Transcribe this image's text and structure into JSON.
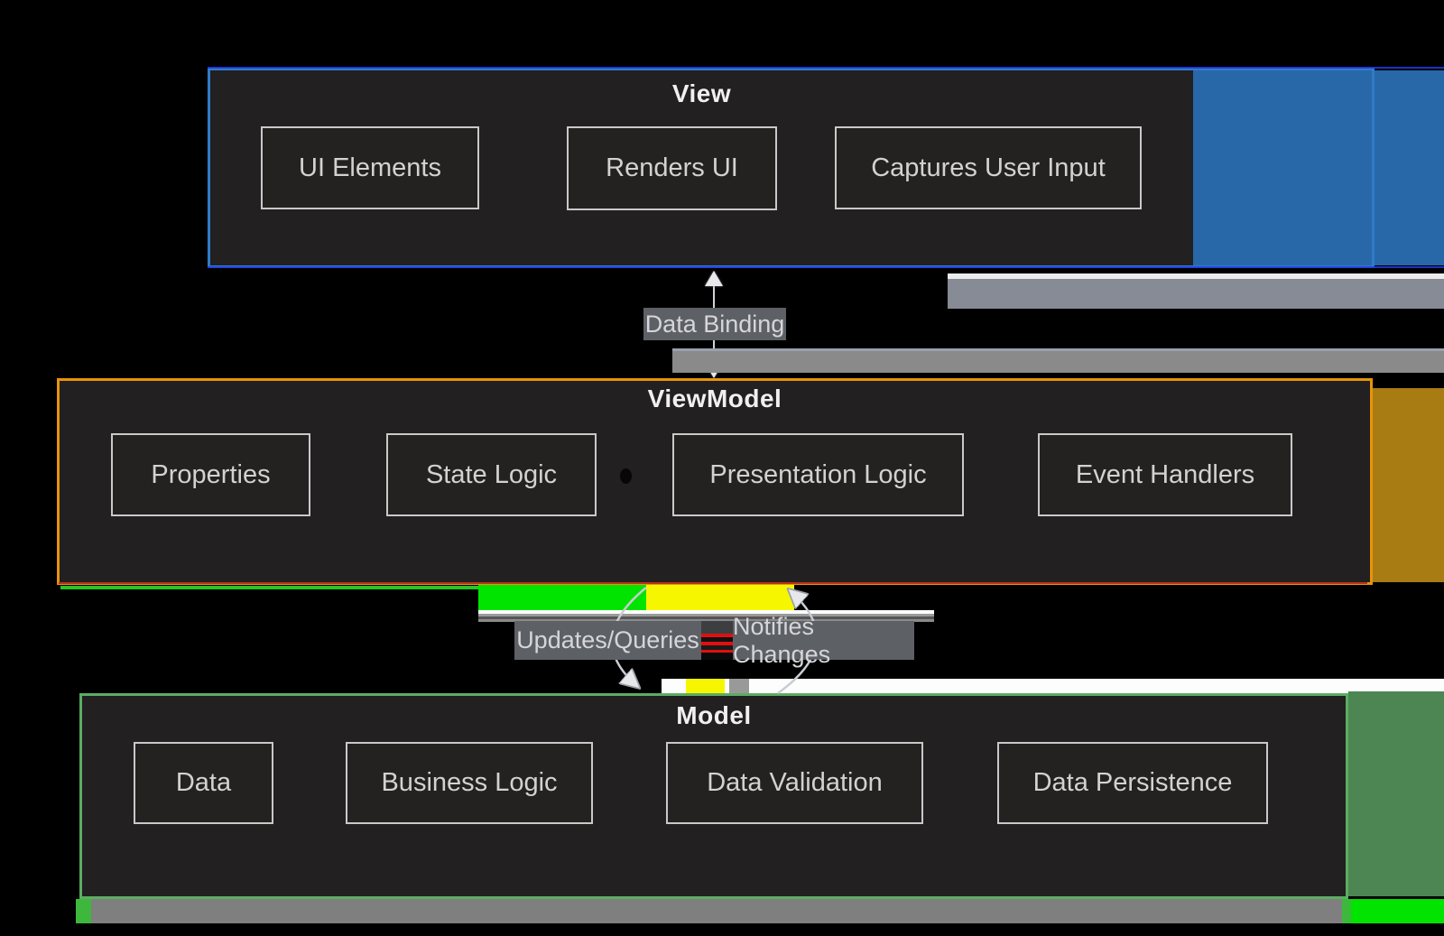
{
  "containers": {
    "view": {
      "title": "View",
      "items": [
        "UI Elements",
        "Renders UI",
        "Captures User Input"
      ]
    },
    "viewmodel": {
      "title": "ViewModel",
      "items": [
        "Properties",
        "State Logic",
        "Presentation Logic",
        "Event Handlers"
      ]
    },
    "model": {
      "title": "Model",
      "items": [
        "Data",
        "Business Logic",
        "Data Validation",
        "Data Persistence"
      ]
    }
  },
  "edges": [
    {
      "label": "Data Binding",
      "from": "View",
      "to": "ViewModel",
      "direction": "bidirectional"
    },
    {
      "label": "Updates/Queries",
      "from": "ViewModel",
      "to": "Model",
      "direction": "down"
    },
    {
      "label": "Notifies Changes",
      "from": "Model",
      "to": "ViewModel",
      "direction": "up"
    }
  ],
  "colors": {
    "panel": "#222020",
    "view_border": "#2e7cc8",
    "view_fill": "#2868a8",
    "vm_border": "#e8930c",
    "vm_fill": "#a87c12",
    "model_border": "#5bad62",
    "model_fill": "#4d8653",
    "label_bg": "#5d6166",
    "glitch_green": "#00e400",
    "glitch_yellow": "#f6f600",
    "glitch_red": "#e01010",
    "glitch_gray": "#8a8a8a"
  }
}
